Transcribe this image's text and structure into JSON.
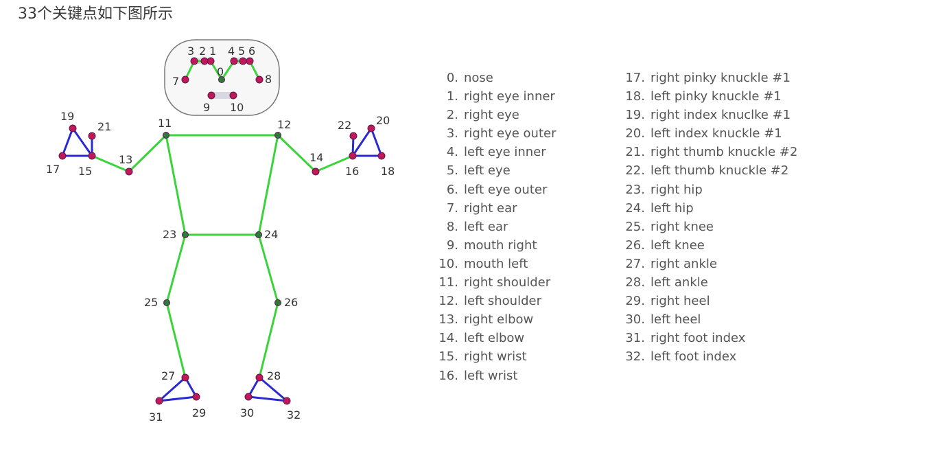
{
  "heading": "33个关键点如下图所示",
  "colors": {
    "limb": "#3ad43a",
    "hand_foot": "#2a2ad0",
    "endpoint": "#c0185a",
    "joint": "#2f7a3b",
    "face_box_border": "#777777",
    "mouth_eye_pill": "#d8d8e0"
  },
  "keypoints": [
    {
      "id": 0,
      "label": "0"
    },
    {
      "id": 1,
      "label": "1"
    },
    {
      "id": 2,
      "label": "2"
    },
    {
      "id": 3,
      "label": "3"
    },
    {
      "id": 4,
      "label": "4"
    },
    {
      "id": 5,
      "label": "5"
    },
    {
      "id": 6,
      "label": "6"
    },
    {
      "id": 7,
      "label": "7"
    },
    {
      "id": 8,
      "label": "8"
    },
    {
      "id": 9,
      "label": "9"
    },
    {
      "id": 10,
      "label": "10"
    },
    {
      "id": 11,
      "label": "11"
    },
    {
      "id": 12,
      "label": "12"
    },
    {
      "id": 13,
      "label": "13"
    },
    {
      "id": 14,
      "label": "14"
    },
    {
      "id": 15,
      "label": "15"
    },
    {
      "id": 16,
      "label": "16"
    },
    {
      "id": 17,
      "label": "17"
    },
    {
      "id": 18,
      "label": "18"
    },
    {
      "id": 19,
      "label": "19"
    },
    {
      "id": 20,
      "label": "20"
    },
    {
      "id": 21,
      "label": "21"
    },
    {
      "id": 22,
      "label": "22"
    },
    {
      "id": 23,
      "label": "23"
    },
    {
      "id": 24,
      "label": "24"
    },
    {
      "id": 25,
      "label": "25"
    },
    {
      "id": 26,
      "label": "26"
    },
    {
      "id": 27,
      "label": "27"
    },
    {
      "id": 28,
      "label": "28"
    },
    {
      "id": 29,
      "label": "29"
    },
    {
      "id": 30,
      "label": "30"
    },
    {
      "id": 31,
      "label": "31"
    },
    {
      "id": 32,
      "label": "32"
    }
  ],
  "legend_left": [
    {
      "num": "0.",
      "name": "nose"
    },
    {
      "num": "1.",
      "name": "right eye inner"
    },
    {
      "num": "2.",
      "name": "right eye"
    },
    {
      "num": "3.",
      "name": "right eye outer"
    },
    {
      "num": "4.",
      "name": "left eye inner"
    },
    {
      "num": "5.",
      "name": "left eye"
    },
    {
      "num": "6.",
      "name": "left eye outer"
    },
    {
      "num": "7.",
      "name": "right ear"
    },
    {
      "num": "8.",
      "name": "left ear"
    },
    {
      "num": "9.",
      "name": "mouth right"
    },
    {
      "num": "10.",
      "name": "mouth left"
    },
    {
      "num": "11.",
      "name": "right shoulder"
    },
    {
      "num": "12.",
      "name": "left shoulder"
    },
    {
      "num": "13.",
      "name": "right elbow"
    },
    {
      "num": "14.",
      "name": "left elbow"
    },
    {
      "num": "15.",
      "name": "right wrist"
    },
    {
      "num": "16.",
      "name": "left wrist"
    }
  ],
  "legend_right": [
    {
      "num": "17.",
      "name": "right pinky knuckle #1"
    },
    {
      "num": "18.",
      "name": "left pinky knuckle #1"
    },
    {
      "num": "19.",
      "name": "right index knuclke #1"
    },
    {
      "num": "20.",
      "name": "left index knuckle #1"
    },
    {
      "num": "21.",
      "name": "right thumb knuckle #2"
    },
    {
      "num": "22.",
      "name": "left thumb knuckle #2"
    },
    {
      "num": "23.",
      "name": "right hip"
    },
    {
      "num": "24.",
      "name": "left hip"
    },
    {
      "num": "25.",
      "name": "right knee"
    },
    {
      "num": "26.",
      "name": "left knee"
    },
    {
      "num": "27.",
      "name": "right ankle"
    },
    {
      "num": "28.",
      "name": "left ankle"
    },
    {
      "num": "29.",
      "name": "right heel"
    },
    {
      "num": "30.",
      "name": "left heel"
    },
    {
      "num": "31.",
      "name": "right foot index"
    },
    {
      "num": "32.",
      "name": "left foot index"
    }
  ]
}
